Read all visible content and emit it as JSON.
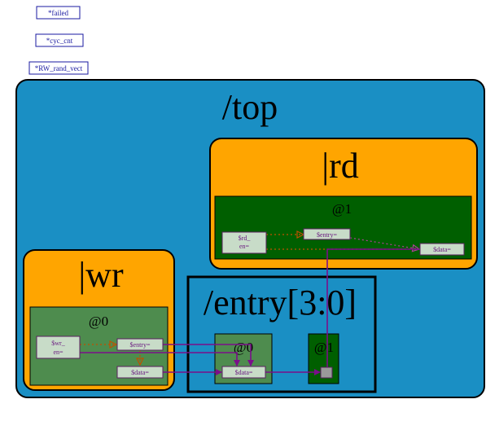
{
  "signals": [
    "*failed",
    "*cyc_cnt",
    "*RW_rand_vect"
  ],
  "top": {
    "label": "/top"
  },
  "wr": {
    "label": "|wr",
    "stage": "@0",
    "sig_wr_en": [
      "$wr_",
      "en="
    ],
    "sig_entry": "$entry=",
    "sig_data": "$data="
  },
  "rd": {
    "label": "|rd",
    "stage": "@1",
    "sig_rd_en": [
      "$rd_",
      "en="
    ],
    "sig_entry": "$entry=",
    "sig_data": "$data="
  },
  "entry": {
    "label": "/entry[3:0]",
    "stage0": "@0",
    "stage1": "@1",
    "sig_data": "$data="
  },
  "colors": {
    "top_fill": "#1a8fc4",
    "pipe_fill": "#ffa500",
    "stage0_fill": "#4e8c4e",
    "stage1_fill": "#005f00",
    "sig_fill": "#c8dcc8",
    "wire": "#7b0f8a",
    "dotted": "#c05000"
  }
}
